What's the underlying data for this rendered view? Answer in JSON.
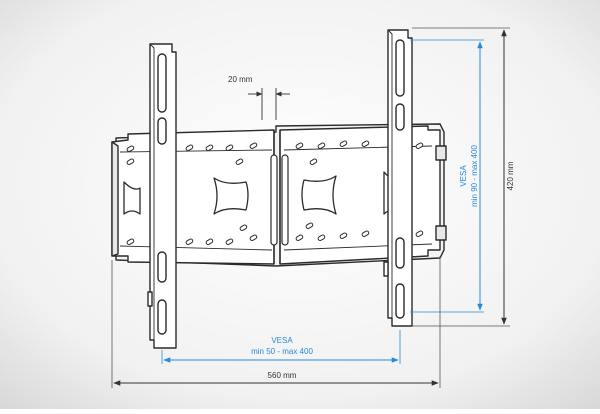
{
  "labels": {
    "gap": "20 mm",
    "vesa_horizontal": {
      "title": "VESA",
      "range": "min 50 - max 400"
    },
    "vesa_vertical": {
      "title": "VESA",
      "range": "min 90 - max 400"
    },
    "total_width": "560 mm",
    "total_height": "420 mm"
  },
  "colors": {
    "outline": "#2b2b2b",
    "plate_fill": "#ffffff",
    "accent_blue": "#2a8ad6",
    "dimension_dark": "#333333",
    "backdrop_top": "#ffffff",
    "backdrop_bottom": "#dcdcdc"
  }
}
